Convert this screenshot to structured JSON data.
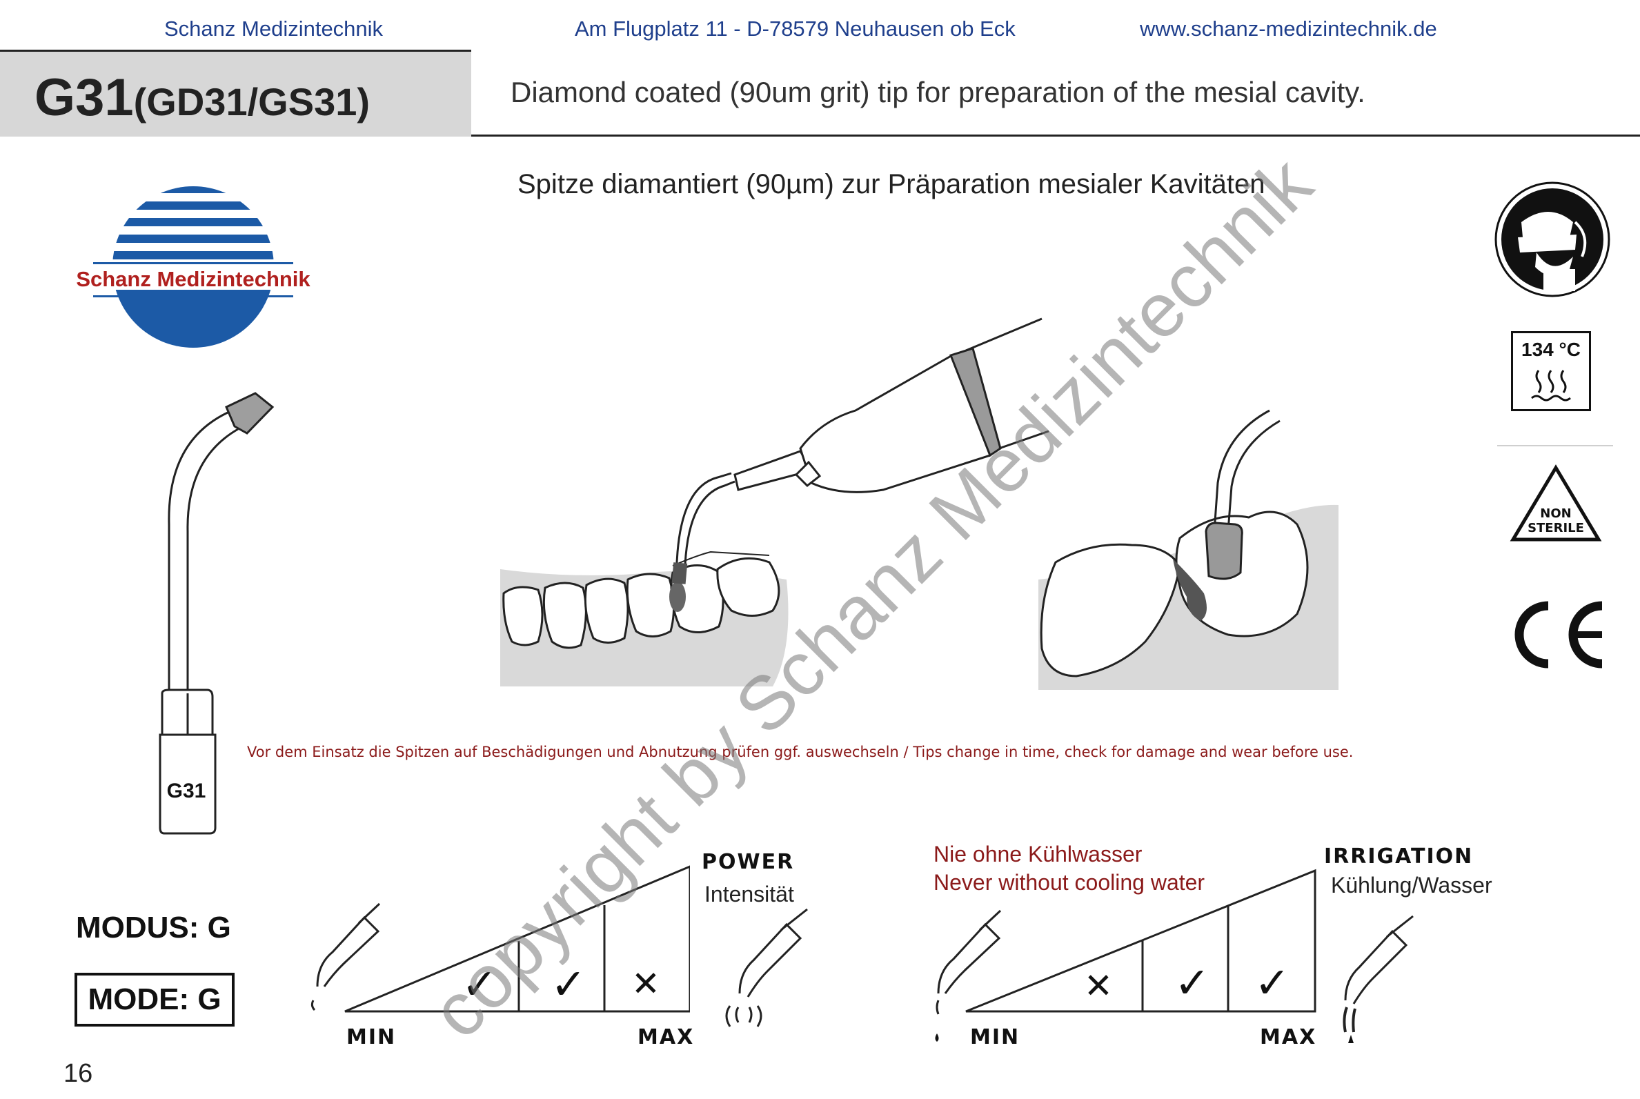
{
  "header": {
    "company": "Schanz Medizintechnik",
    "address": "Am Flugplatz 11 - D-78579 Neuhausen ob Eck",
    "website": "www.schanz-medizintechnik.de"
  },
  "product": {
    "code": "G31",
    "variants": "(GD31/GS31)",
    "description_en": "Diamond coated (90um grit) tip for preparation of the mesial cavity.",
    "description_de": "Spitze diamantiert (90µm) zur Präparation mesialer Kavitäten",
    "tip_label": "G31"
  },
  "logo": {
    "text": "Schanz Medizintechnik"
  },
  "icons": {
    "temperature": "134 °C",
    "non_sterile_line1": "NON",
    "non_sterile_line2": "STERILE",
    "ce_mark": "CE"
  },
  "warning": "Vor dem Einsatz die Spitzen auf  Beschädigungen und Abnutzung prüfen ggf. auswechseln / Tips change in time, check for damage and wear before use.",
  "mode": {
    "modus": "MODUS: G",
    "mode": "MODE: G"
  },
  "power": {
    "title": "POWER",
    "subtitle": "Intensität",
    "min": "MIN",
    "max": "MAX",
    "levels": [
      "✓",
      "✓",
      "✕"
    ]
  },
  "irrigation": {
    "title": "IRRIGATION",
    "subtitle": "Kühlung/Wasser",
    "note_de": "Nie ohne Kühlwasser",
    "note_en": "Never without cooling water",
    "min": "MIN",
    "max": "MAX",
    "levels": [
      "✕",
      "✓",
      "✓"
    ]
  },
  "watermark": "copyright by Schanz Medizintechnik",
  "page_number": "16",
  "colors": {
    "header_text": "#1f3f8c",
    "logo_blue": "#1c5aa6",
    "logo_red": "#b0201e",
    "warning": "#8b1a1a",
    "title_band": "#d7d7d7"
  }
}
